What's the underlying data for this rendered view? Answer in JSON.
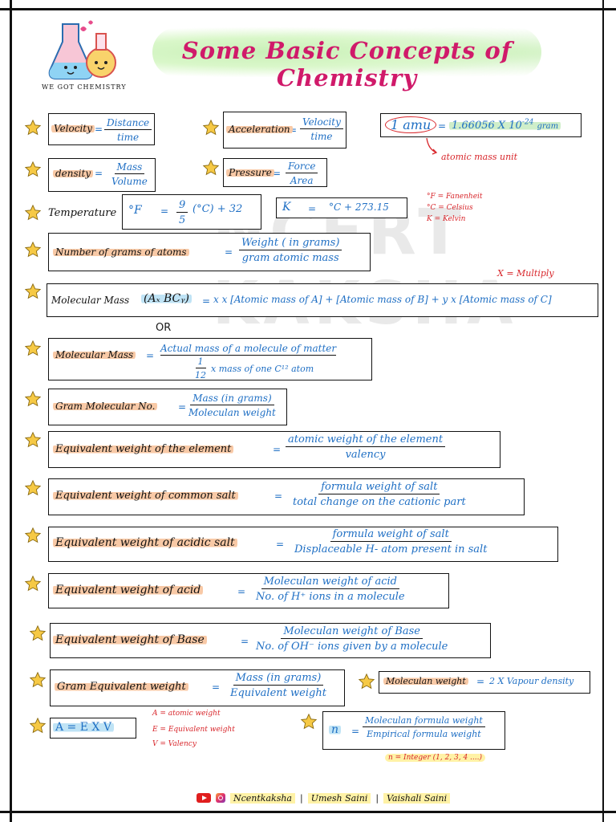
{
  "title": "Some Basic Concepts of Chemistry",
  "logo_caption": "WE GOT CHEMISTRY",
  "watermark": [
    "NCERT",
    "KAKSHA"
  ],
  "velocity": {
    "label": "Velocity",
    "eq": "=",
    "num": "Distance",
    "den": "time"
  },
  "acceleration": {
    "label": "Acceleration",
    "eq": "=",
    "num": "Velocity",
    "den": "time"
  },
  "amu": {
    "lhs": "1 amu",
    "eq": "=",
    "value": "1.66056 X 10",
    "exp": "-24",
    "unit": "gram",
    "note": "atomic mass unit"
  },
  "density": {
    "label": "density",
    "eq": "=",
    "num": "Mass",
    "den": "Volume"
  },
  "pressure": {
    "label": "Pressure",
    "eq": "=",
    "num": "Force",
    "den": "Area"
  },
  "temperature": {
    "label": "Temperature",
    "f_lhs": "°F",
    "f_eq": "=",
    "f_num": "9",
    "f_den": "5",
    "f_rest": "(°C) + 32",
    "k_lhs": "K",
    "k_eq": "=",
    "k_rhs": "°C + 273.15",
    "legend": [
      "°F = Fanenheit",
      "°C = Celsius",
      "K = Kelvin"
    ]
  },
  "grams_atoms": {
    "label": "Number of grams of atoms",
    "eq": "=",
    "num": "Weight ( in grams)",
    "den": "gram atomic mass"
  },
  "multiply_note": "X = Multiply",
  "molecular_mass_1": {
    "label": "Molecular Mass",
    "formula": "(Aₓ BCᵧ)",
    "eq": "=",
    "rhs": "x x [Atomic mass of A] + [Atomic mass of B] + y x [Atomic mass of C]"
  },
  "or_text": "OR",
  "molecular_mass_2": {
    "label": "Molecular Mass",
    "eq": "=",
    "num": "Actual mass of a molecule of matter",
    "den_frac_num": "1",
    "den_frac_den": "12",
    "den": "x mass of one C¹² atom"
  },
  "gram_molecular_no": {
    "label": "Gram Molecular No.",
    "eq": "=",
    "num": "Mass (in grams)",
    "den": "Moleculan weight"
  },
  "eq_wt_element": {
    "label": "Equivalent weight of the element",
    "eq": "=",
    "num": "atomic weight of the element",
    "den": "valency"
  },
  "eq_wt_salt": {
    "label": "Equivalent weight of common salt",
    "eq": "=",
    "num": "formula weight of salt",
    "den": "total change on the cationic part"
  },
  "eq_wt_acidic_salt": {
    "label": "Equivalent weight of acidic salt",
    "eq": "=",
    "num": "formula weight of salt",
    "den": "Displaceable H- atom present in salt"
  },
  "eq_wt_acid": {
    "label": "Equivalent weight of acid",
    "eq": "=",
    "num": "Moleculan weight of acid",
    "den": "No. of H⁺ ions in a molecule"
  },
  "eq_wt_base": {
    "label": "Equivalent weight of Base",
    "eq": "=",
    "num": "Moleculan weight of Base",
    "den": "No. of OH⁻ ions given by a molecule"
  },
  "gram_eq_wt": {
    "label": "Gram Equivalent weight",
    "eq": "=",
    "num": "Mass (in grams)",
    "den": "Equivalent weight"
  },
  "molecular_weight": {
    "label": "Moleculan weight",
    "eq": "=",
    "rhs": "2 X Vapour density"
  },
  "a_exv": {
    "formula": "A = E X V",
    "legend": [
      "A = atomic weight",
      "E = Equivalent weight",
      "V = Valency"
    ]
  },
  "n_formula": {
    "lhs": "n",
    "eq": "=",
    "num": "Moleculan formula weight",
    "den": "Empirical formula weight",
    "note": "n = Integer (1, 2, 3, 4 ....)"
  },
  "footer": {
    "brand": "Ncentkaksha",
    "name1": "Umesh Saini",
    "name2": "Vaishali Saini"
  },
  "colors": {
    "title": "#d01a6a",
    "ink_blue": "#1f6fc4",
    "ink_red": "#d8262b",
    "highlight_orange": "#f8c9a6",
    "highlight_blue": "#bfe3f5",
    "highlight_yellow": "#fff2a6"
  }
}
